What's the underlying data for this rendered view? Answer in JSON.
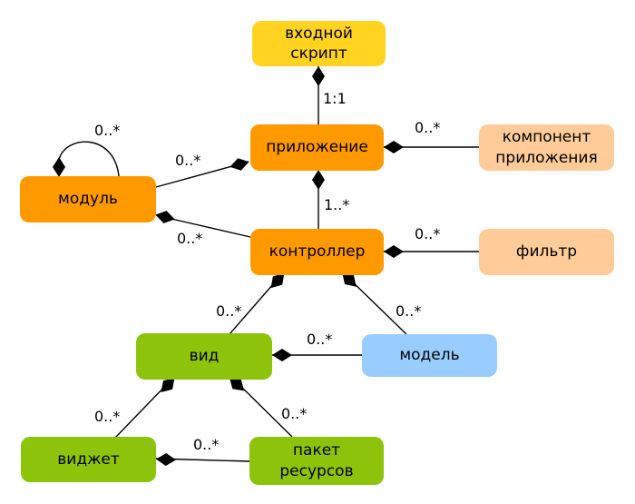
{
  "diagram": {
    "type": "uml-composition-diagram",
    "background": "#ffffff",
    "line_color": "#000000",
    "palette": {
      "yellow": "#ffd320",
      "orange": "#ff9900",
      "peach": "#ffcc99",
      "green": "#8dc30a",
      "blue": "#99ccff"
    },
    "nodes": [
      {
        "id": "entry-script",
        "label": "входной\nскрипт",
        "color": "#ffd320"
      },
      {
        "id": "application",
        "label": "приложение",
        "color": "#ff9900"
      },
      {
        "id": "app-component",
        "label": "компонент\nприложения",
        "color": "#ffcc99"
      },
      {
        "id": "module",
        "label": "модуль",
        "color": "#ff9900"
      },
      {
        "id": "controller",
        "label": "контроллер",
        "color": "#ff9900"
      },
      {
        "id": "filter",
        "label": "фильтр",
        "color": "#ffcc99"
      },
      {
        "id": "view",
        "label": "вид",
        "color": "#8dc30a"
      },
      {
        "id": "model",
        "label": "модель",
        "color": "#99ccff"
      },
      {
        "id": "widget",
        "label": "виджет",
        "color": "#8dc30a"
      },
      {
        "id": "asset-bundle",
        "label": "пакет\nресурсов",
        "color": "#8dc30a"
      }
    ],
    "edges": [
      {
        "from": "входной скрипт",
        "to": "приложение",
        "type": "composition",
        "label": "1:1"
      },
      {
        "from": "приложение",
        "to": "компонент приложения",
        "type": "composition",
        "label": "0..*"
      },
      {
        "from": "приложение",
        "to": "модуль",
        "type": "composition",
        "label": "0..*"
      },
      {
        "from": "модуль",
        "to": "модуль",
        "type": "composition",
        "label": "0..*"
      },
      {
        "from": "модуль",
        "to": "контроллер",
        "type": "composition",
        "label": "0..*"
      },
      {
        "from": "приложение",
        "to": "контроллер",
        "type": "composition",
        "label": "1..*"
      },
      {
        "from": "контроллер",
        "to": "фильтр",
        "type": "composition",
        "label": "0..*"
      },
      {
        "from": "контроллер",
        "to": "вид",
        "type": "composition",
        "label": "0..*"
      },
      {
        "from": "контроллер",
        "to": "модель",
        "type": "composition",
        "label": "0..*"
      },
      {
        "from": "вид",
        "to": "модель",
        "type": "composition",
        "label": "0..*"
      },
      {
        "from": "вид",
        "to": "виджет",
        "type": "composition",
        "label": "0..*"
      },
      {
        "from": "вид",
        "to": "пакет ресурсов",
        "type": "composition",
        "label": "0..*"
      },
      {
        "from": "виджет",
        "to": "пакет ресурсов",
        "type": "composition",
        "label": "0..*"
      }
    ]
  }
}
